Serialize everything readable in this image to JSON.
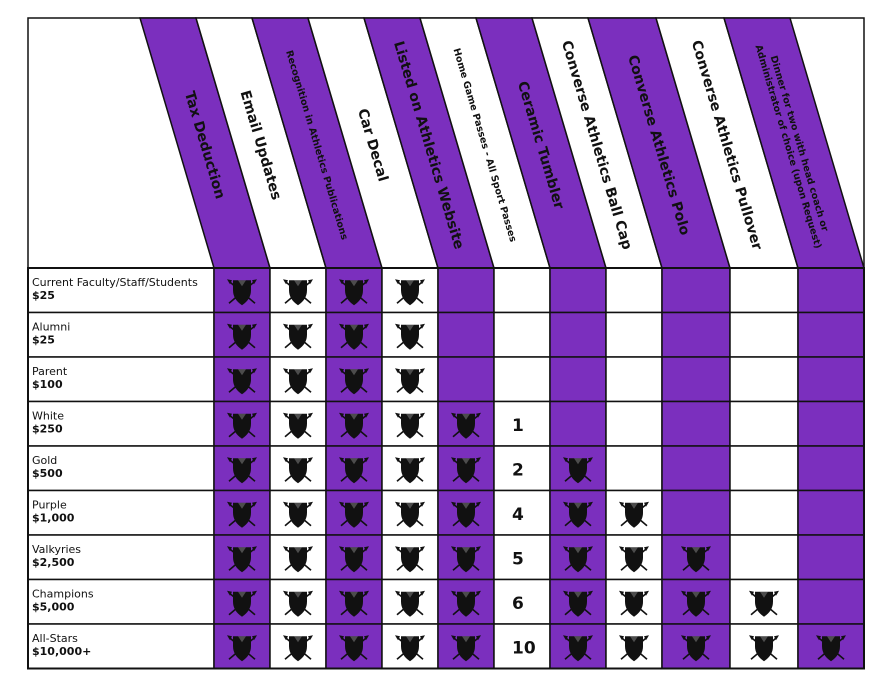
{
  "colors": {
    "purple": "#7b2fbe",
    "white": "#ffffff",
    "border": "#111111",
    "icon": "#111111"
  },
  "icon_name": "valkyrie-shield-spears-icon",
  "benefits": [
    {
      "label": "Tax Deduction",
      "bg": "purple",
      "size": "large"
    },
    {
      "label": "Email Updates",
      "bg": "white",
      "size": "large"
    },
    {
      "label": "Recognition in  Athletics Publications",
      "bg": "purple",
      "size": "small"
    },
    {
      "label": "Car Decal",
      "bg": "white",
      "size": "large"
    },
    {
      "label": "Listed on Athletics Website",
      "bg": "purple",
      "size": "large"
    },
    {
      "label": "Home Game Passes - All Sport Passes",
      "bg": "white",
      "size": "small"
    },
    {
      "label": "Ceramic Tumbler",
      "bg": "purple",
      "size": "large"
    },
    {
      "label": "Converse Athletics Ball Cap",
      "bg": "white",
      "size": "large"
    },
    {
      "label": "Converse Athletics Polo",
      "bg": "purple",
      "size": "large"
    },
    {
      "label": "Converse Athletics Pullover",
      "bg": "white",
      "size": "large"
    },
    {
      "label": "Dinner for two with head coach or\nAdministrator of choice (upon Request)",
      "bg": "purple",
      "size": "small"
    }
  ],
  "tiers": [
    {
      "name": "Current Faculty/Staff/Students",
      "amount": "$25",
      "cells": [
        "icon",
        "icon",
        "icon",
        "icon",
        "",
        "",
        "",
        "",
        "",
        "",
        ""
      ]
    },
    {
      "name": "Alumni",
      "amount": "$25",
      "cells": [
        "icon",
        "icon",
        "icon",
        "icon",
        "",
        "",
        "",
        "",
        "",
        "",
        ""
      ]
    },
    {
      "name": "Parent",
      "amount": "$100",
      "cells": [
        "icon",
        "icon",
        "icon",
        "icon",
        "",
        "",
        "",
        "",
        "",
        "",
        ""
      ]
    },
    {
      "name": "White",
      "amount": "$250",
      "cells": [
        "icon",
        "icon",
        "icon",
        "icon",
        "icon",
        "1",
        "",
        "",
        "",
        "",
        ""
      ]
    },
    {
      "name": "Gold",
      "amount": "$500",
      "cells": [
        "icon",
        "icon",
        "icon",
        "icon",
        "icon",
        "2",
        "icon",
        "",
        "",
        "",
        ""
      ]
    },
    {
      "name": "Purple",
      "amount": "$1,000",
      "cells": [
        "icon",
        "icon",
        "icon",
        "icon",
        "icon",
        "4",
        "icon",
        "icon",
        "",
        "",
        ""
      ]
    },
    {
      "name": "Valkyries",
      "amount": "$2,500",
      "cells": [
        "icon",
        "icon",
        "icon",
        "icon",
        "icon",
        "5",
        "icon",
        "icon",
        "icon",
        "",
        ""
      ]
    },
    {
      "name": "Champions",
      "amount": "$5,000",
      "cells": [
        "icon",
        "icon",
        "icon",
        "icon",
        "icon",
        "6",
        "icon",
        "icon",
        "icon",
        "icon",
        ""
      ]
    },
    {
      "name": "All-Stars",
      "amount": "$10,000+",
      "cells": [
        "icon",
        "icon",
        "icon",
        "icon",
        "icon",
        "10",
        "icon",
        "icon",
        "icon",
        "icon",
        "icon"
      ]
    }
  ]
}
